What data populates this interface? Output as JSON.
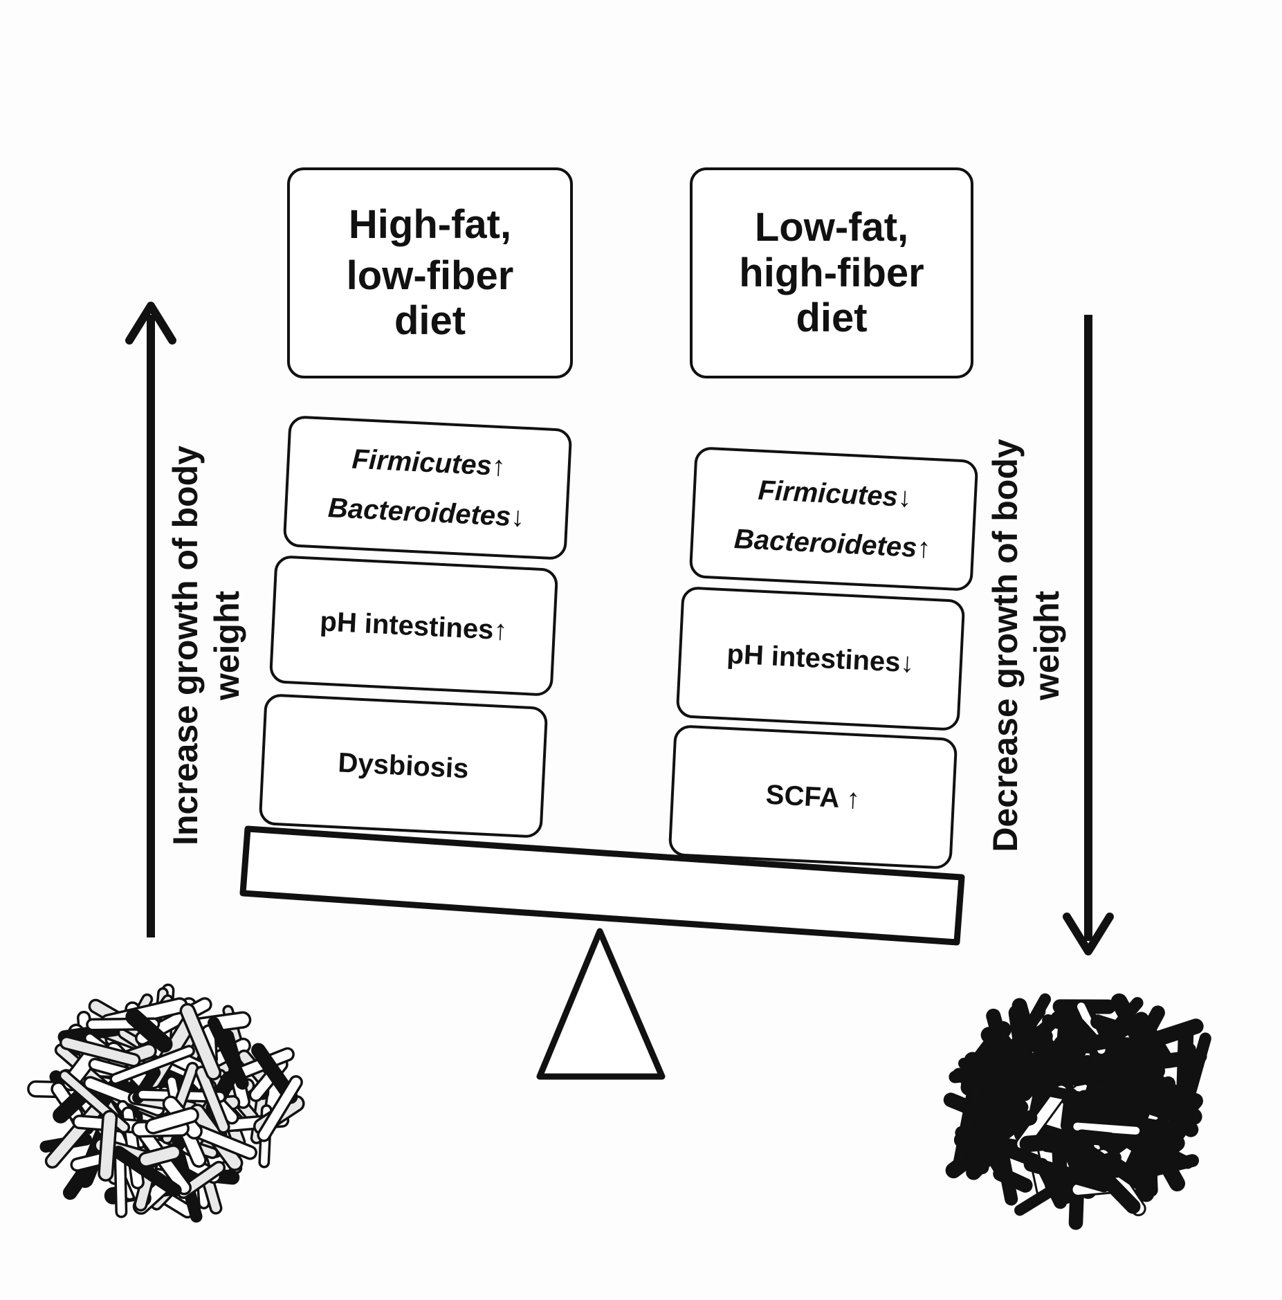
{
  "diagram": {
    "left_diet": {
      "lines": [
        "High-fat,",
        "low-fiber",
        "diet"
      ]
    },
    "right_diet": {
      "lines": [
        "Low-fat,",
        "high-fiber",
        "diet"
      ]
    },
    "left_factors": {
      "firmicutes": "Firmicutes↑",
      "bacteroidetes": "Bacteroidetes↓",
      "ph": "pH intestines↑",
      "dysbiosis": "Dysbiosis"
    },
    "right_factors": {
      "firmicutes": "Firmicutes↓",
      "bacteroidetes": "Bacteroidetes↑",
      "ph": "pH intestines↓",
      "scfa": "SCFA ↑"
    },
    "left_label": "Increase growth of body weight",
    "right_label": "Decrease growth of body weight"
  },
  "colors": {
    "line": "#111111",
    "background": "#fdfdfd",
    "light_bacteria": "#e8e8e8",
    "dark_bacteria": "#111111"
  },
  "icons": {
    "left_cluster": "light-bacteria-cluster",
    "right_cluster": "dark-bacteria-cluster",
    "fulcrum": "triangle-fulcrum",
    "up_arrow": "arrow-up",
    "down_arrow": "arrow-down"
  }
}
